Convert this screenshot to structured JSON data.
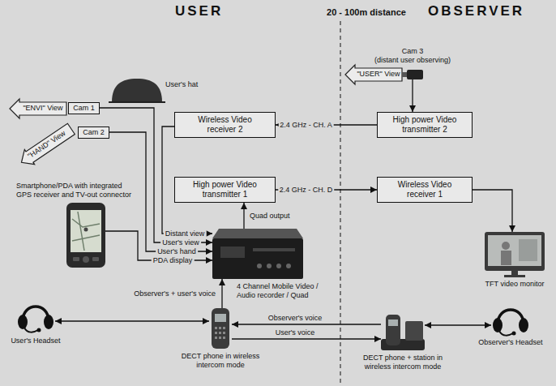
{
  "diagram": {
    "nodes": [
      {
        "text": [
          "Cam 3",
          "(distant user observing)"
        ]
      },
      {
        "text": [
          "Cam 1"
        ]
      },
      {
        "text": [
          "High power Video transmitter 2"
        ]
      },
      {
        "text": [
          "Wireless Video receiver 2"
        ]
      },
      {
        "text": [
          "Cam 2"
        ]
      },
      {
        "text": [
          "Smartphone/PDA with integrated GPS receiver and TV-out connector"
        ]
      },
      {
        "text": [
          "High power Video transmitter 1"
        ]
      },
      {
        "text": [
          "Wireless Video receiver 1"
        ]
      },
      {
        "text": [
          "4 Channel Mobile Video / Audio recorder / Quad"
        ]
      },
      {
        "text": [
          "TFT video monitor"
        ]
      },
      {
        "text": [
          "User's Headset"
        ]
      },
      {
        "text": [
          "Observer's Headset"
        ]
      },
      {
        "text": [
          "DECT phone in wireless intercom mode"
        ]
      },
      {
        "text": [
          "DECT phone + station in wireless intercom mode"
        ]
      }
    ],
    "edges": [
      {
        "from": 0,
        "to": 2,
        "arrow": "to"
      },
      {
        "from": 2,
        "to": 3,
        "label": "2.4 GHz - CH. A",
        "arrow": "to"
      },
      {
        "from": 3,
        "to": 8,
        "label": "Distant view",
        "arrow": "to"
      },
      {
        "from": 1,
        "to": 8,
        "label": "User's view",
        "arrow": "to"
      },
      {
        "from": 4,
        "to": 8,
        "label": "User's hand",
        "arrow": "to"
      },
      {
        "from": 5,
        "to": 8,
        "label": "PDA display",
        "arrow": "to"
      },
      {
        "from": 8,
        "to": 6,
        "label": "Quad output",
        "arrow": "to"
      },
      {
        "from": 6,
        "to": 7,
        "label": "2.4 GHz - CH. D",
        "arrow": "to"
      },
      {
        "from": 7,
        "to": 9,
        "arrow": "to"
      },
      {
        "from": 10,
        "to": 12,
        "arrow": "both"
      },
      {
        "from": 12,
        "to": 8,
        "label": "Observer's + user's voice",
        "arrow": "to"
      },
      {
        "from": 13,
        "to": 12,
        "label": "Observer's voice",
        "arrow": "to"
      },
      {
        "from": 12,
        "to": 13,
        "label": "User's voice",
        "arrow": "to"
      },
      {
        "from": 11,
        "to": 13,
        "arrow": "both"
      }
    ],
    "labels": [
      "USER",
      "20 - 100m distance",
      "OBSERVER",
      "\"USER\" View",
      "\"ENVI\" View",
      "User's hat",
      "\"HAND\" View"
    ]
  }
}
